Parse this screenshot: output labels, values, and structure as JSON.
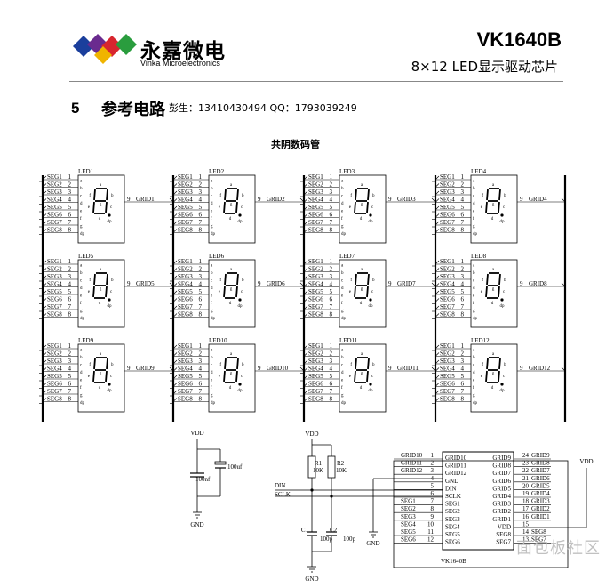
{
  "header": {
    "brand_cn": "永嘉微电",
    "brand_en": "Vinka Microelectronics",
    "part_number": "VK1640B",
    "subtitle": "8×12  LED显示驱动芯片"
  },
  "section": {
    "number": "5",
    "title": "参考电路",
    "contact": "彭生：13410430494    QQ：1793039249"
  },
  "diagram": {
    "title": "共阴数码管",
    "led_labels": [
      "LED1",
      "LED2",
      "LED3",
      "LED4",
      "LED5",
      "LED6",
      "LED7",
      "LED8",
      "LED9",
      "LED10",
      "LED11",
      "LED12"
    ],
    "grid_labels": [
      "GRID1",
      "GRID2",
      "GRID3",
      "GRID4",
      "GRID5",
      "GRID6",
      "GRID7",
      "GRID8",
      "GRID9",
      "GRID10",
      "GRID11",
      "GRID12"
    ],
    "seg_labels": [
      "SEG1",
      "SEG2",
      "SEG3",
      "SEG4",
      "SEG5",
      "SEG6",
      "SEG7",
      "SEG8"
    ],
    "seg_pins": [
      "1",
      "2",
      "3",
      "4",
      "5",
      "6",
      "7",
      "8"
    ],
    "seg_letters": [
      "a",
      "b",
      "c",
      "d",
      "e",
      "f",
      "g",
      "dp"
    ],
    "digit_pin": "9",
    "power": {
      "vdd": "VDD",
      "gnd": "GND",
      "cap_100uf": "100uf",
      "cap_100nf": "100nf"
    },
    "input_network": {
      "vdd": "VDD",
      "r1": "R1",
      "r1_val": "10K",
      "r2": "R2",
      "r2_val": "10K",
      "c1": "C1",
      "c1_val": "100p",
      "c2": "C2",
      "c2_val": "100p",
      "din": "DIN",
      "sclk": "SCLK",
      "gnd": "GND"
    },
    "chip": {
      "name": "VK1640B",
      "left_pins": [
        {
          "net": "GRID10",
          "pin": "1",
          "name": "GRID10"
        },
        {
          "net": "GRID11",
          "pin": "2",
          "name": "GRID11"
        },
        {
          "net": "GRID12",
          "pin": "3",
          "name": "GRID12"
        },
        {
          "net": "",
          "pin": "4",
          "name": "GND"
        },
        {
          "net": "",
          "pin": "5",
          "name": "DIN"
        },
        {
          "net": "",
          "pin": "6",
          "name": "SCLK"
        },
        {
          "net": "SEG1",
          "pin": "7",
          "name": "SEG1"
        },
        {
          "net": "SEG2",
          "pin": "8",
          "name": "SEG2"
        },
        {
          "net": "SEG3",
          "pin": "9",
          "name": "SEG3"
        },
        {
          "net": "SEG4",
          "pin": "10",
          "name": "SEG4"
        },
        {
          "net": "SEG5",
          "pin": "11",
          "name": "SEG5"
        },
        {
          "net": "SEG6",
          "pin": "12",
          "name": "SEG6"
        }
      ],
      "right_pins": [
        {
          "name": "GRID9",
          "pin": "24",
          "net": "GRID9"
        },
        {
          "name": "GRID8",
          "pin": "23",
          "net": "GRID8"
        },
        {
          "name": "GRID7",
          "pin": "22",
          "net": "GRID7"
        },
        {
          "name": "GRID6",
          "pin": "21",
          "net": "GRID6"
        },
        {
          "name": "GRID5",
          "pin": "20",
          "net": "GRID5"
        },
        {
          "name": "GRID4",
          "pin": "19",
          "net": "GRID4"
        },
        {
          "name": "GRID3",
          "pin": "18",
          "net": "GRID3"
        },
        {
          "name": "GRID2",
          "pin": "17",
          "net": "GRID2"
        },
        {
          "name": "GRID1",
          "pin": "16",
          "net": "GRID1"
        },
        {
          "name": "VDD",
          "pin": "15",
          "net": ""
        },
        {
          "name": "SEG8",
          "pin": "14",
          "net": "SEG8"
        },
        {
          "name": "SEG7",
          "pin": "13",
          "net": "SEG7"
        }
      ],
      "vdd_label": "VDD",
      "gnd_label": "GND"
    }
  },
  "watermark": "面包板社区",
  "colors": {
    "line": "#000000",
    "brand_blue": "#1b3f9c",
    "brand_red": "#d8262f",
    "brand_green": "#2a9d3e",
    "brand_purple": "#6a2b8f"
  }
}
